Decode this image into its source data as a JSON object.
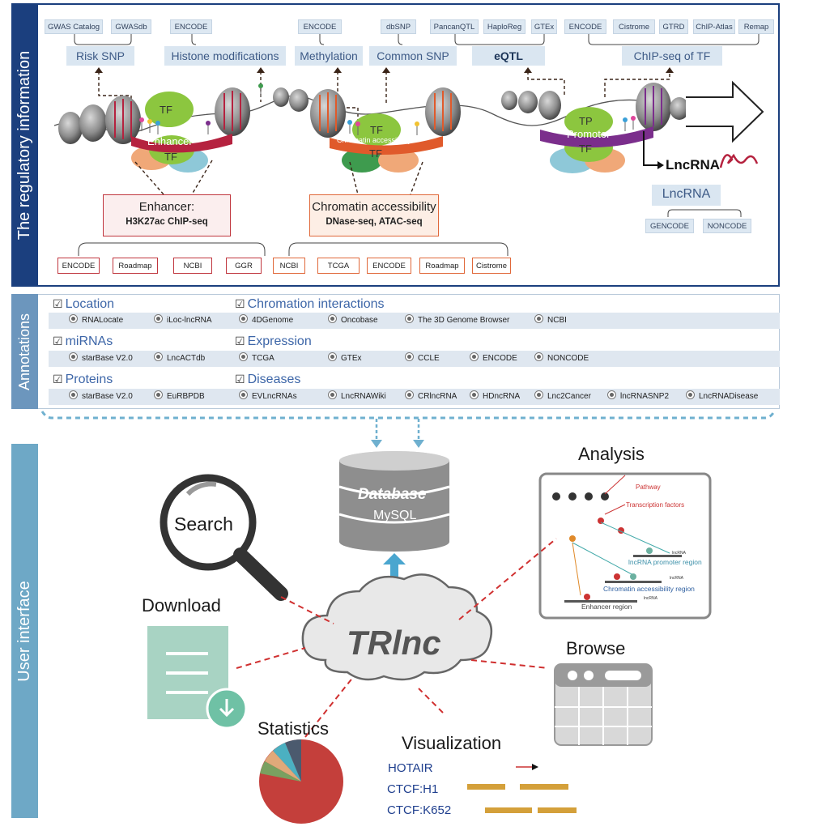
{
  "side_labels": {
    "top": "The regulatory information",
    "mid": "Annotations",
    "bottom": "User interface"
  },
  "regulatory": {
    "sources_row1": [
      "GWAS Catalog",
      "GWASdb",
      "ENCODE",
      "ENCODE",
      "dbSNP",
      "PancanQTL",
      "HaploReg",
      "GTEx",
      "ENCODE",
      "Cistrome",
      "GTRD",
      "ChIP-Atlas",
      "Remap"
    ],
    "categories": [
      "Risk SNP",
      "Histone modifications",
      "Methylation",
      "Common SNP",
      "eQTL",
      "ChIP-seq of TF"
    ],
    "element_labels": {
      "enhancer": "Enhancer",
      "chromatin": "Chromatin accessibility",
      "promoter": "Promoter",
      "tf": "TF",
      "tp": "TP"
    },
    "enhancer_box": {
      "title": "Enhancer:",
      "subtitle": "H3K27ac ChIP-seq"
    },
    "chromatin_box": {
      "title": "Chromatin accessibility",
      "subtitle": "DNase-seq, ATAC-seq"
    },
    "enhancer_sources": [
      "ENCODE",
      "Roadmap",
      "NCBI",
      "GGR"
    ],
    "chromatin_sources": [
      "NCBI",
      "TCGA",
      "ENCODE",
      "Roadmap",
      "Cistrome"
    ],
    "lncrna_label": "LncRNA",
    "lncrna_box": "LncRNA",
    "lncrna_sources": [
      "GENCODE",
      "NONCODE"
    ]
  },
  "annotations": {
    "groups": [
      {
        "title": "Location",
        "items": [
          "RNALocate",
          "iLoc-lncRNA"
        ]
      },
      {
        "title": "Chromation interactions",
        "items": [
          "4DGenome",
          "Oncobase",
          "The 3D Genome Browser",
          "NCBI"
        ]
      },
      {
        "title": "miRNAs",
        "items": [
          "starBase V2.0",
          "LncACTdb"
        ]
      },
      {
        "title": "Expression",
        "items": [
          "TCGA",
          "GTEx",
          "CCLE",
          "ENCODE",
          "NONCODE"
        ]
      },
      {
        "title": "Proteins",
        "items": [
          "starBase V2.0",
          "EuRBPDB"
        ]
      },
      {
        "title": "Diseases",
        "items": [
          "EVLncRNAs",
          "LncRNAWiki",
          "CRlncRNA",
          "HDncRNA",
          "Lnc2Cancer",
          "lncRNASNP2",
          "LncRNADisease"
        ]
      }
    ]
  },
  "ui": {
    "database_title": "Database",
    "database_sub": "MySQL",
    "center": "TRlnc",
    "search": "Search",
    "download": "Download",
    "statistics": "Statistics",
    "visualization": "Visualization",
    "browse": "Browse",
    "analysis": "Analysis",
    "analysis_labels": [
      "Pathway",
      "Transcription factors",
      "lncRNA promoter region",
      "Chromatin accessibility region",
      "Enhancer region",
      "lncRNA",
      "lncRNA",
      "lncRNA"
    ],
    "tracks": [
      "HOTAIR",
      "CTCF:H1",
      "CTCF:K652"
    ]
  },
  "colors": {
    "navy": "#1b3f7e",
    "enhancer": "#b5223f",
    "chromatin": "#e05a2b",
    "promoter": "#7b2e8c",
    "tf_green": "#8cc63f",
    "orange_track": "#d4a03a"
  }
}
